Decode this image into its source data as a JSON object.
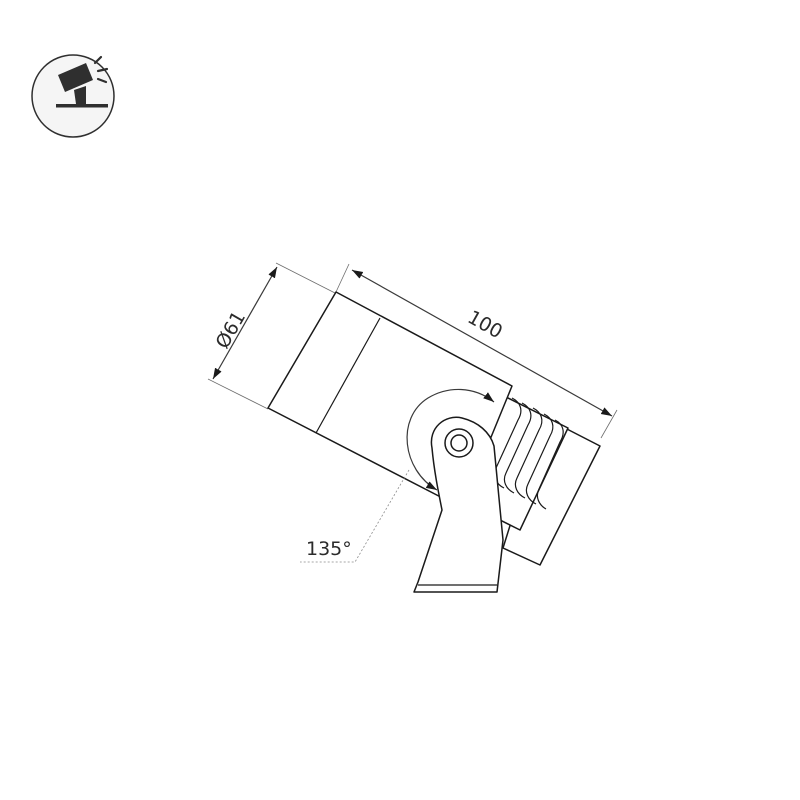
{
  "icon": {
    "name": "spotlight-mount-icon",
    "bg": "#f5f5f5",
    "fg": "#2f2f2f"
  },
  "dimensions": {
    "diameter_label": "Ø61",
    "length_label": "100",
    "angle_label": "135°"
  }
}
